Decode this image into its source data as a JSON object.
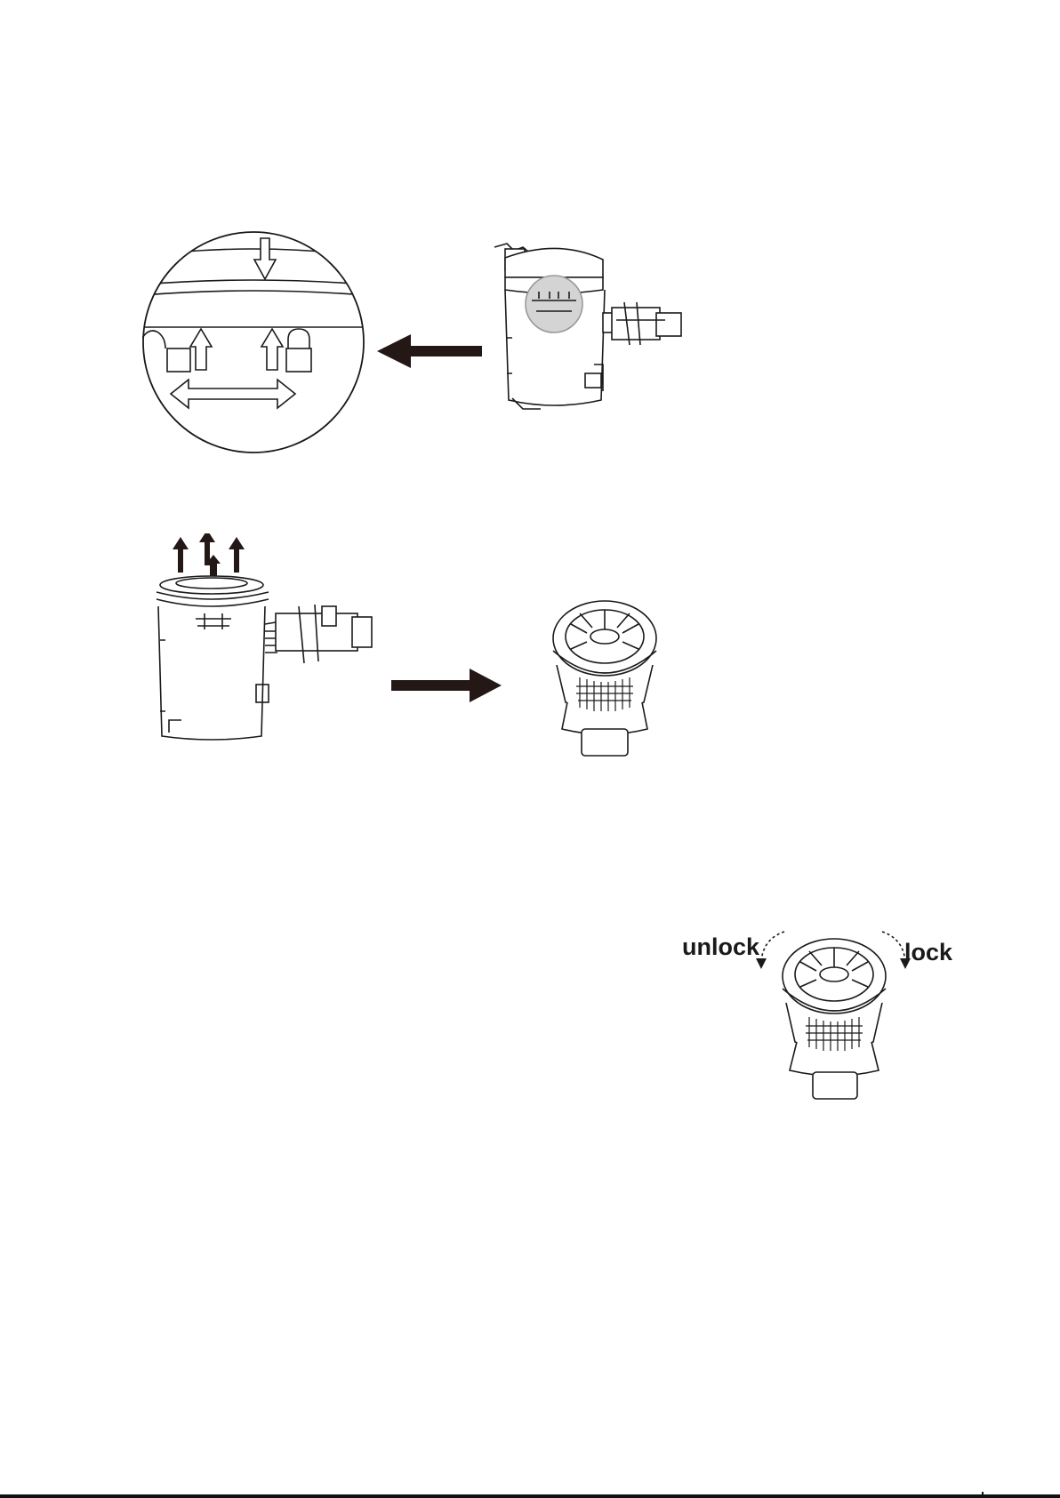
{
  "labels": {
    "unlock": "unlock",
    "lock": "lock"
  },
  "colors": {
    "ink": "#1a1a1a",
    "shade": "#d4d4d4",
    "arrow": "#231815"
  },
  "icons": {
    "zoom_detail": "magnified-lock-detail",
    "direction_arrow": "bold-arrow-icon",
    "rotation_arrow": "dotted-curved-arrow-icon"
  }
}
